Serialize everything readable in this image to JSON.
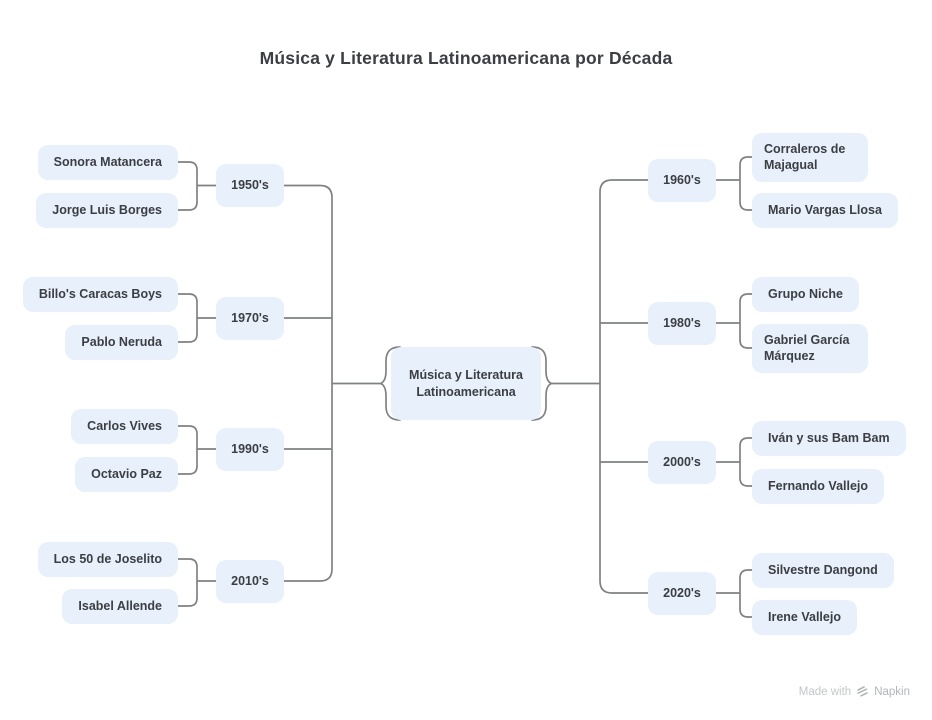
{
  "title": "Música y Literatura Latinoamericana por Década",
  "center": {
    "label": "Música y Literatura Latinoamericana"
  },
  "left_branches": [
    {
      "decade": "1950's",
      "children": [
        "Sonora Matancera",
        "Jorge Luis Borges"
      ]
    },
    {
      "decade": "1970's",
      "children": [
        "Billo's Caracas Boys",
        "Pablo Neruda"
      ]
    },
    {
      "decade": "1990's",
      "children": [
        "Carlos Vives",
        "Octavio Paz"
      ]
    },
    {
      "decade": "2010's",
      "children": [
        "Los 50 de Joselito",
        "Isabel Allende"
      ]
    }
  ],
  "right_branches": [
    {
      "decade": "1960's",
      "children": [
        "Corraleros de Majagual",
        "Mario Vargas Llosa"
      ]
    },
    {
      "decade": "1980's",
      "children": [
        "Grupo Niche",
        "Gabriel García Márquez"
      ]
    },
    {
      "decade": "2000's",
      "children": [
        "Iván y sus Bam Bam",
        "Fernando Vallejo"
      ]
    },
    {
      "decade": "2020's",
      "children": [
        "Silvestre Dangond",
        "Irene Vallejo"
      ]
    }
  ],
  "watermark": {
    "prefix": "Made with",
    "brand": "Napkin"
  },
  "colors": {
    "node_fill": "#e8f0fb",
    "node_text": "#3b3e43",
    "connector": "#7f8184",
    "watermark_text": "#c3c6c9"
  }
}
